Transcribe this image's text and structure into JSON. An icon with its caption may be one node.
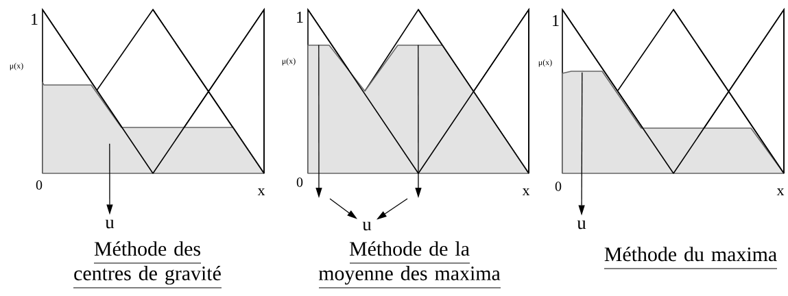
{
  "diagram": {
    "nodes": [
      {
        "text": [],
        "shape": "area"
      },
      {
        "text": [],
        "shape": "area"
      },
      {
        "text": [],
        "shape": "area"
      },
      {
        "text": [
          "u"
        ]
      },
      {
        "text": [
          "u"
        ]
      },
      {
        "text": [
          "u"
        ]
      }
    ],
    "edges": [
      {
        "from": 0,
        "to": 3,
        "arrow": "to"
      },
      {
        "from": 1,
        "to": null,
        "arrow": "to"
      },
      {
        "from": 1,
        "to": null,
        "arrow": "to"
      },
      {
        "from": null,
        "to": 4,
        "arrow": "to"
      },
      {
        "from": null,
        "to": 4,
        "arrow": "to"
      },
      {
        "from": 2,
        "to": 5,
        "arrow": "to"
      }
    ],
    "labels": [
      "1",
      "μ(x)",
      "0",
      "x",
      "Méthode des centres de gravité",
      "1",
      "μ(x)",
      "0",
      "x",
      "Méthode de la moyenne des maxima",
      "1",
      "μ(x)",
      "0",
      "x",
      "Méthode  du maxima"
    ]
  }
}
